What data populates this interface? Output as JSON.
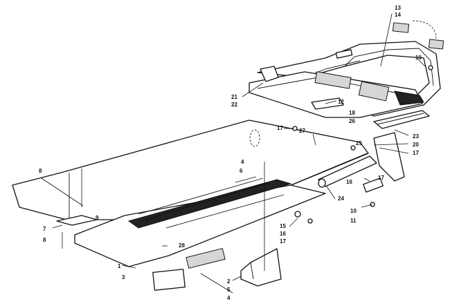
{
  "callouts": [
    {
      "id": "c1",
      "text": "1"
    },
    {
      "id": "c2",
      "text": "2"
    },
    {
      "id": "c3",
      "text": "3"
    },
    {
      "id": "c4a",
      "text": "4"
    },
    {
      "id": "c4b",
      "text": "4"
    },
    {
      "id": "c5",
      "text": "5"
    },
    {
      "id": "c6",
      "text": "6"
    },
    {
      "id": "c7",
      "text": "7"
    },
    {
      "id": "c8a",
      "text": "8"
    },
    {
      "id": "c8b",
      "text": "8"
    },
    {
      "id": "c9",
      "text": "9"
    },
    {
      "id": "c10",
      "text": "10"
    },
    {
      "id": "c11",
      "text": "11"
    },
    {
      "id": "c12",
      "text": "12"
    },
    {
      "id": "c13",
      "text": "13"
    },
    {
      "id": "c14",
      "text": "14"
    },
    {
      "id": "c15",
      "text": "15"
    },
    {
      "id": "c16a",
      "text": "16"
    },
    {
      "id": "c16b",
      "text": "16"
    },
    {
      "id": "c17a",
      "text": "17"
    },
    {
      "id": "c17b",
      "text": "17"
    },
    {
      "id": "c17c",
      "text": "17"
    },
    {
      "id": "c17d",
      "text": "17"
    },
    {
      "id": "c18",
      "text": "18"
    },
    {
      "id": "c19",
      "text": "19"
    },
    {
      "id": "c20",
      "text": "20"
    },
    {
      "id": "c21",
      "text": "21"
    },
    {
      "id": "c22",
      "text": "22"
    },
    {
      "id": "c23",
      "text": "23"
    },
    {
      "id": "c24",
      "text": "24"
    },
    {
      "id": "c25",
      "text": "25"
    },
    {
      "id": "c26",
      "text": "26"
    },
    {
      "id": "c27",
      "text": "27"
    },
    {
      "id": "c28",
      "text": "28"
    }
  ]
}
